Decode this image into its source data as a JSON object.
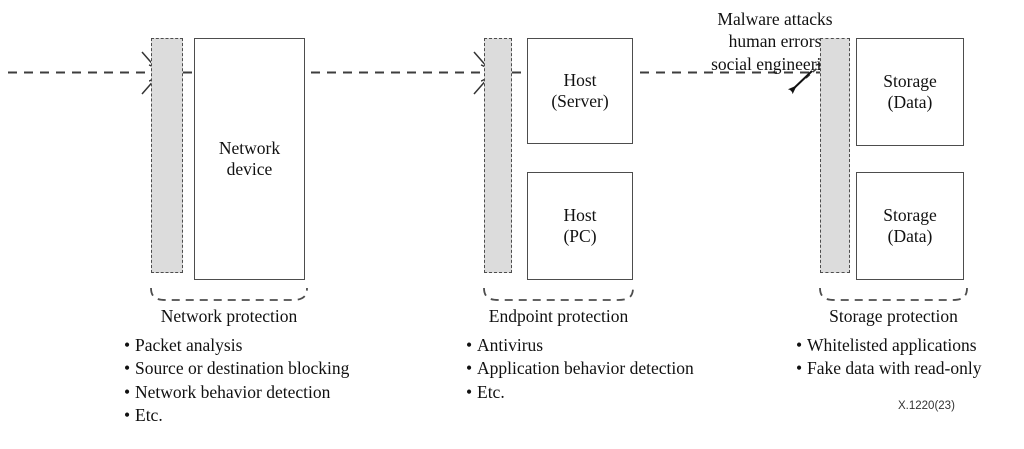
{
  "figure": {
    "reference": "X.1220(23)",
    "threat_label": {
      "lines": [
        "Malware attacks",
        "human errors",
        "social engineering"
      ]
    },
    "colors": {
      "shade_fill": "#dcdcdc",
      "line": "#4d4d4d",
      "text": "#111111",
      "background": "#ffffff"
    },
    "zones": [
      {
        "id": "network",
        "group_label": "Network protection",
        "boxes": [
          {
            "id": "network-device",
            "lines": [
              "Network",
              "device"
            ]
          }
        ],
        "bullets": [
          "Packet analysis",
          "Source or destination blocking",
          "Network behavior detection",
          "Etc."
        ]
      },
      {
        "id": "endpoint",
        "group_label": "Endpoint protection",
        "boxes": [
          {
            "id": "host-server",
            "lines": [
              "Host",
              "(Server)"
            ]
          },
          {
            "id": "host-pc",
            "lines": [
              "Host",
              "(PC)"
            ]
          }
        ],
        "bullets": [
          "Antivirus",
          "Application behavior detection",
          "Etc."
        ]
      },
      {
        "id": "storage",
        "group_label": "Storage protection",
        "boxes": [
          {
            "id": "storage-data-1",
            "lines": [
              "Storage",
              "(Data)"
            ]
          },
          {
            "id": "storage-data-2",
            "lines": [
              "Storage",
              "(Data)"
            ]
          }
        ],
        "bullets": [
          "Whitelisted applications",
          "Fake data with read-only"
        ]
      }
    ],
    "bullet_marker": "•"
  }
}
